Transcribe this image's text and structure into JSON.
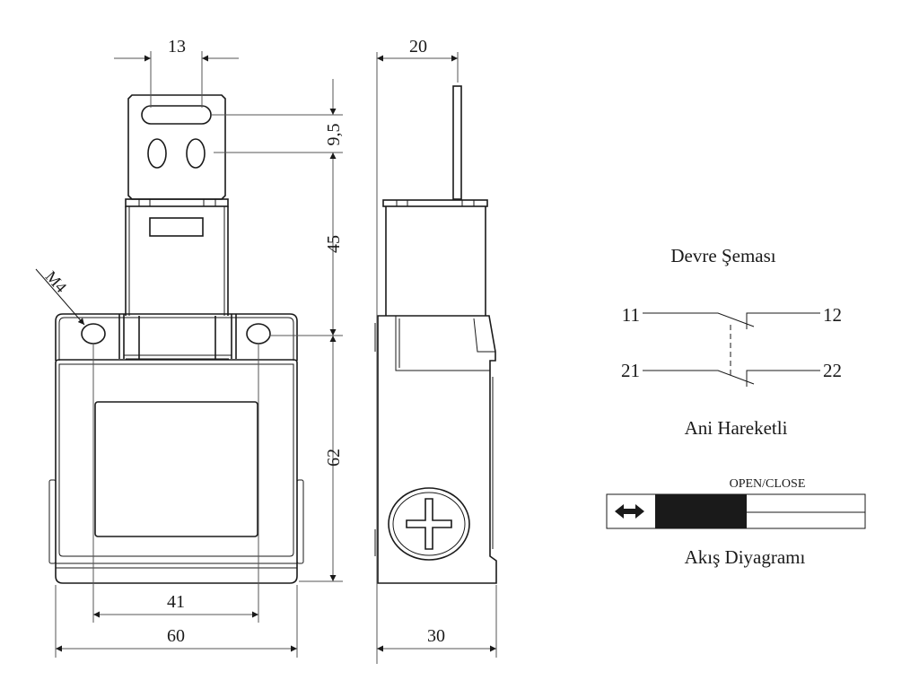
{
  "front_view": {
    "dim_slot_width": "13",
    "dim_slot_spacing": "9,5",
    "dim_actuator_height": "45",
    "dim_body_height": "62",
    "dim_hole_spacing": "41",
    "dim_body_width": "60",
    "thread_label": "M4"
  },
  "side_view": {
    "dim_pin_offset": "20",
    "dim_body_depth": "30"
  },
  "circuit": {
    "title": "Devre Şeması",
    "terminals": [
      "11",
      "12",
      "21",
      "22"
    ],
    "subtitle": "Ani Hareketli"
  },
  "flow_diagram": {
    "state_label": "OPEN/CLOSE",
    "title": "Akış Diyagramı",
    "arrow_icon": "double-arrow-icon",
    "closed_fraction": 0.35
  }
}
